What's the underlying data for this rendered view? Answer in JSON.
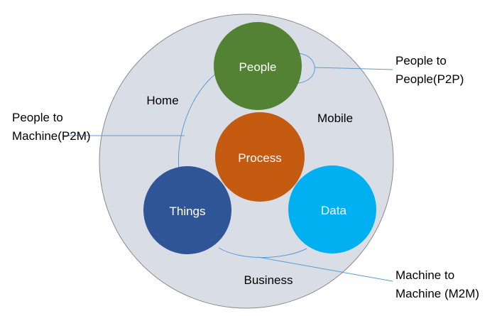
{
  "circles": {
    "people": "People",
    "process": "Process",
    "things": "Things",
    "data": "Data"
  },
  "zones": {
    "home": "Home",
    "mobile": "Mobile",
    "business": "Business"
  },
  "callouts": {
    "p2p_line1": "People to",
    "p2p_line2": "People(P2P)",
    "p2m_line1": "People to",
    "p2m_line2": "Machine(P2M)",
    "m2m_line1": "Machine to",
    "m2m_line2": "Machine (M2M)"
  },
  "colors": {
    "outer_fill": "#d9dde6",
    "outer_stroke": "#8a8a8a",
    "people": "#548235",
    "process": "#c55a11",
    "things": "#2f5597",
    "data": "#00b0f0",
    "connector": "#5b9bd5"
  }
}
